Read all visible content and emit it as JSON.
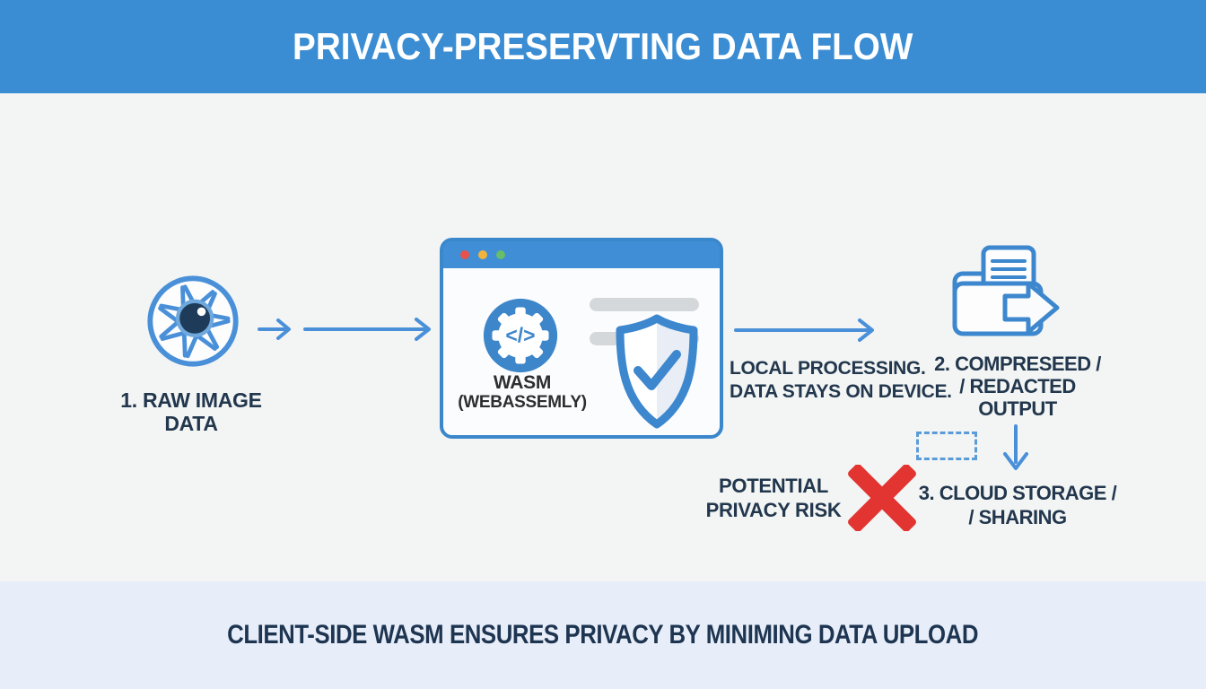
{
  "header": {
    "title": "PRIVACY-PRESERVTING DATA FLOW",
    "background": "#3b8dd3"
  },
  "footer": {
    "caption": "CLIENT-SIDE WASM ENSURES PRIVACY BY MINIMING DATA UPLOAD",
    "background": "#e8eef9"
  },
  "colors": {
    "accent_blue": "#3d86ca",
    "arrow_blue": "#4a90d9",
    "text_navy": "#22374d",
    "risk_red": "#e23531",
    "canvas_background": "#f3f5f4",
    "traffic_lights": [
      "#e8524a",
      "#f2b33d",
      "#67bd6a"
    ]
  },
  "steps": {
    "raw_image": {
      "icon": "camera-aperture-icon",
      "label_line1": "1. RAW IMAGE",
      "label_line2": "DATA"
    },
    "wasm": {
      "window_icon": "wasm-gear-code-icon",
      "gear_glyph": "</>",
      "shield_icon": "shield-check-icon",
      "label_line1": "WASM",
      "label_line2": "(WEBASSEMLY)"
    },
    "local_processing": {
      "line1": "LOCAL PROCESSING.",
      "line2": "DATA STAYS ON DEVICE."
    },
    "output": {
      "icon": "folder-export-icon",
      "label_line1": "2. COMPRESEED /",
      "label_line2": "/ REDACTED",
      "label_line3": "OUTPUT"
    },
    "cloud": {
      "label_line1": "3. CLOUD STORAGE /",
      "label_line2": "/ SHARING"
    },
    "risk": {
      "icon": "red-cross-icon",
      "label_line1": "POTENTIAL",
      "label_line2": "PRIVACY RISK"
    }
  }
}
